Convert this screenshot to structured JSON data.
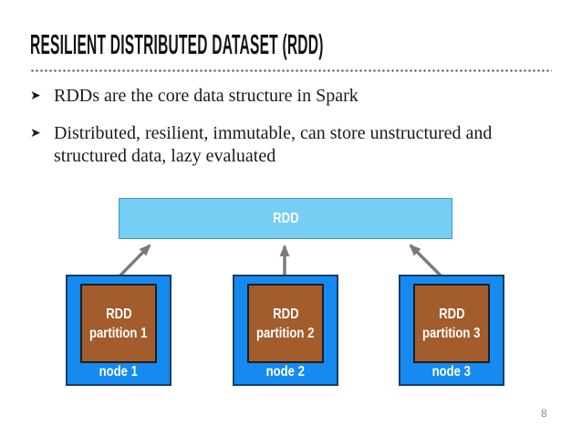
{
  "slide": {
    "title": "RESILIENT DISTRIBUTED DATASET (RDD)",
    "bullet_marker": "➤",
    "bullets": [
      "RDDs are the core data structure in Spark",
      "Distributed, resilient, immutable, can store unstructured and structured data, lazy evaluated"
    ],
    "page_number": "8"
  },
  "diagram": {
    "rdd_box": {
      "label": "RDD"
    },
    "nodes": [
      {
        "partition_line1": "RDD",
        "partition_line2": "partition 1",
        "label": "node 1"
      },
      {
        "partition_line1": "RDD",
        "partition_line2": "partition 2",
        "label": "node 2"
      },
      {
        "partition_line1": "RDD",
        "partition_line2": "partition 3",
        "label": "node 3"
      }
    ],
    "arrows": [
      {
        "from": "node 1",
        "to": "RDD"
      },
      {
        "from": "node 2",
        "to": "RDD"
      },
      {
        "from": "node 3",
        "to": "RDD"
      }
    ]
  },
  "colors": {
    "title_color": "#131313",
    "body_text": "#1b1b1b",
    "divider_dot": "#666666",
    "rdd_fill": "#76cef4",
    "rdd_border": "#3e97c6",
    "node_fill": "#158af0",
    "node_border": "#1a3c64",
    "partition_fill": "#a35c2b",
    "partition_border": "#1e1e1e",
    "arrow": "#7a7a7a",
    "box_text": "#ffffff",
    "page_number": "#8a8a8a"
  }
}
